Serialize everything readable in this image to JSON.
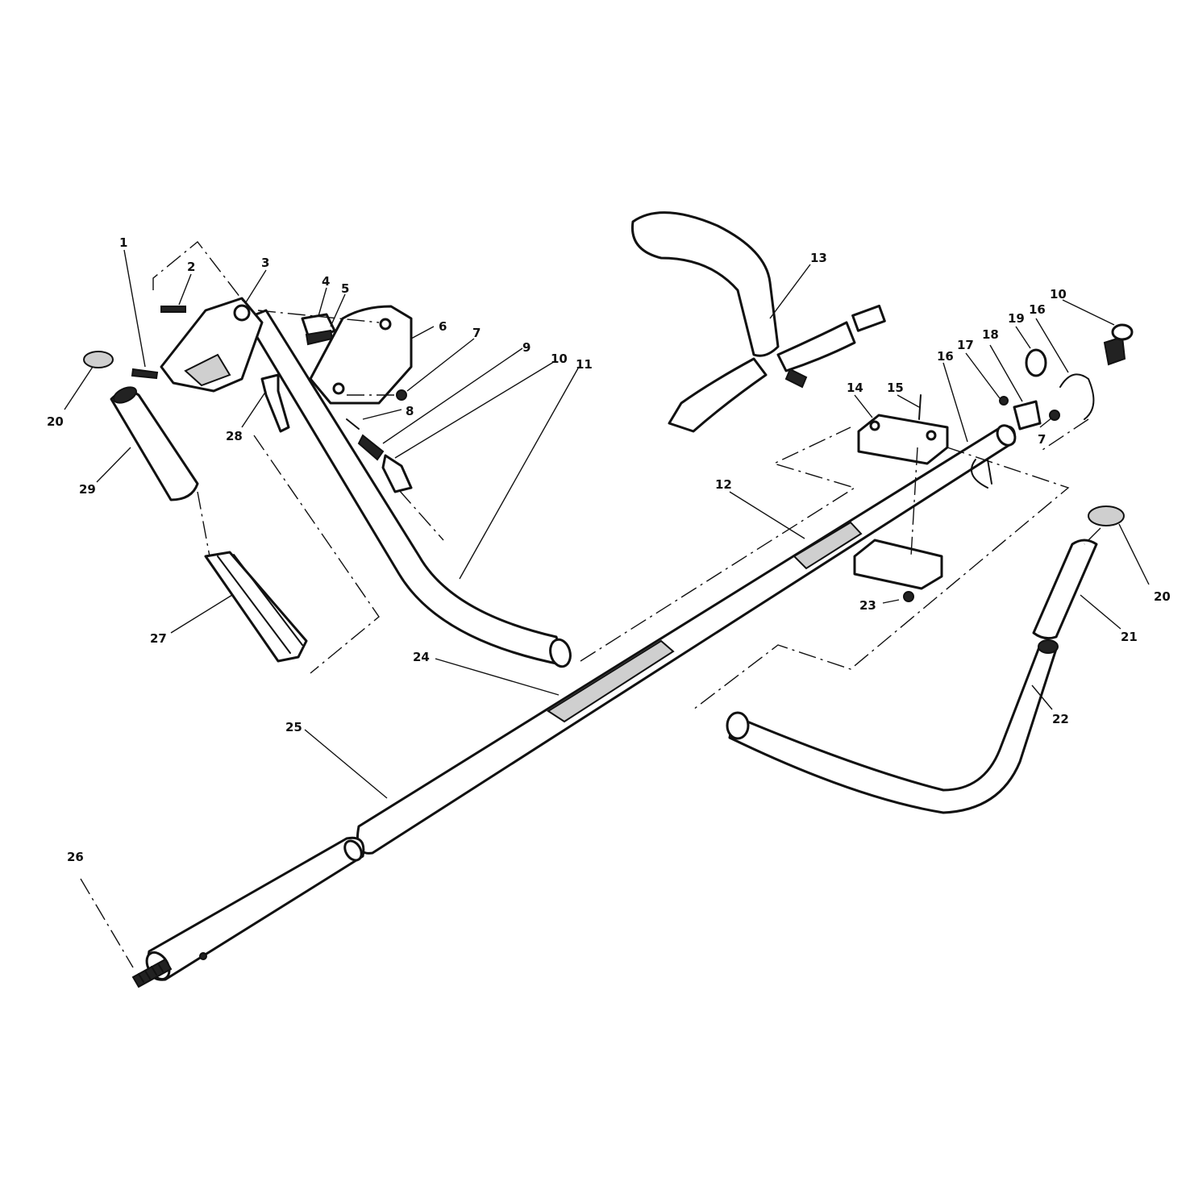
{
  "callouts": [
    {
      "label": "1"
    },
    {
      "label": "2"
    },
    {
      "label": "3"
    },
    {
      "label": "4"
    },
    {
      "label": "5"
    },
    {
      "label": "6"
    },
    {
      "label": "7"
    },
    {
      "label": "8"
    },
    {
      "label": "9"
    },
    {
      "label": "10"
    },
    {
      "label": "11"
    },
    {
      "label": "12"
    },
    {
      "label": "13"
    },
    {
      "label": "14"
    },
    {
      "label": "15"
    },
    {
      "label": "16"
    },
    {
      "label": "17"
    },
    {
      "label": "18"
    },
    {
      "label": "19"
    },
    {
      "label": "10"
    },
    {
      "label": "16"
    },
    {
      "label": "7"
    },
    {
      "label": "20"
    },
    {
      "label": "29"
    },
    {
      "label": "28"
    },
    {
      "label": "27"
    },
    {
      "label": "24"
    },
    {
      "label": "25"
    },
    {
      "label": "26"
    },
    {
      "label": "23"
    },
    {
      "label": "20"
    },
    {
      "label": "21"
    },
    {
      "label": "22"
    }
  ]
}
